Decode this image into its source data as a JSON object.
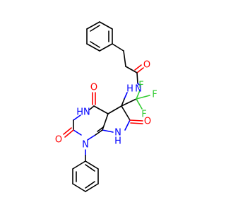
{
  "colors": {
    "carbon": "#000000",
    "oxygen": "#ff0000",
    "nitrogen": "#0000ff",
    "fluorine": "#33cc33",
    "background": "#ffffff"
  },
  "atom_labels": {
    "amide_O": "O",
    "amide_NH": "N",
    "amide_NH_H": "H",
    "F1": "F",
    "F2": "F",
    "F3": "F",
    "O_C4": "O",
    "HN3": "HN",
    "O_C6": "O",
    "O_C2": "O",
    "N1": "N",
    "NH7": "N",
    "NH7_H": "H"
  }
}
